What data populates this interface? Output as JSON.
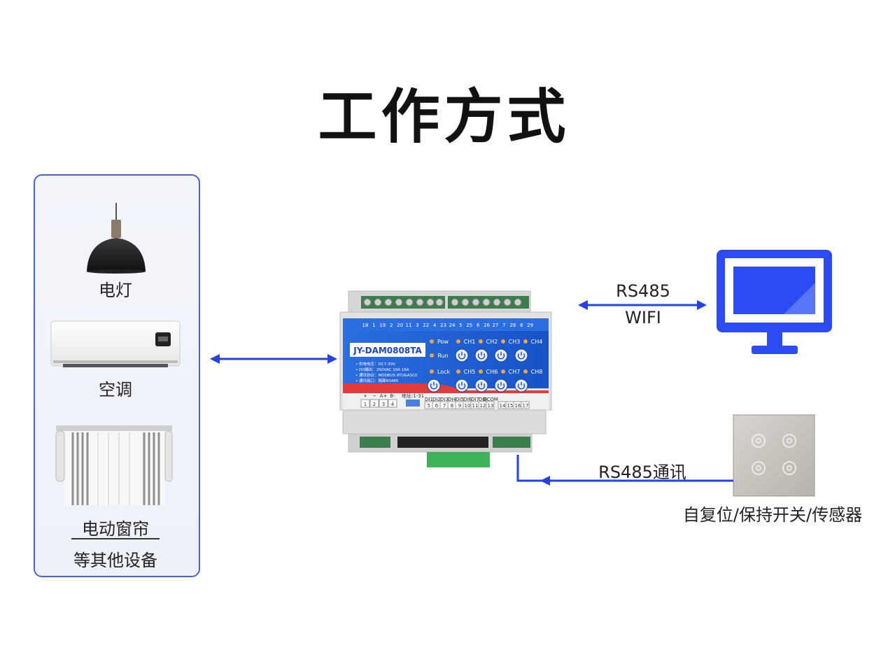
{
  "title": "工作方式",
  "devices": {
    "lamp": "电灯",
    "aircon": "空调",
    "curtain": "电动窗帘",
    "others": "等其他设备"
  },
  "module": {
    "model": "JY-DAM0808TA",
    "leds_top": [
      "Pow",
      "CH1",
      "CH2",
      "CH3",
      "CH4"
    ],
    "run": "Run",
    "lock": "Lock",
    "leds_bottom": [
      "CH5",
      "CH6",
      "CH7",
      "CH8"
    ],
    "specs": [
      "• 供电电压：DC7-30V",
      "• DO输出：250VAC 10A 16A",
      "• 通讯协议：MODBUS RTU&ASCII",
      "• 通讯接口：隔离RS485"
    ],
    "top_terminals": [
      "18",
      "1",
      "19",
      "2",
      "20",
      "11",
      "3",
      "22",
      "4",
      "23",
      "24",
      "5",
      "25",
      "6",
      "26",
      "27",
      "7",
      "28",
      "8",
      "29"
    ],
    "bottom_terminals_left": [
      "1",
      "2",
      "3",
      "4"
    ],
    "bottom_terminals_mid": [
      "5",
      "6",
      "7",
      "8",
      "9",
      "10",
      "11",
      "12",
      "13"
    ],
    "bottom_terminals_right": [
      "14",
      "15",
      "16",
      "17"
    ],
    "bottom_pin_labels": [
      "+",
      "−",
      "A+",
      "B-"
    ],
    "di_labels": [
      "DI1",
      "DI2",
      "DI3",
      "DI4",
      "DI5",
      "DI6",
      "DI7",
      "DI8",
      "DCOM"
    ],
    "addr_label": "地址:1-31"
  },
  "links": {
    "top": [
      "RS485",
      "WIFI"
    ],
    "bottom": "RS485通讯"
  },
  "switch_label": "自复位/保持开关/传感器",
  "colors": {
    "accent": "#2442e8",
    "panel_border": "#4a62d9",
    "module_blue": "#1d63d8",
    "monitor_blue": "#2b4cf5"
  }
}
